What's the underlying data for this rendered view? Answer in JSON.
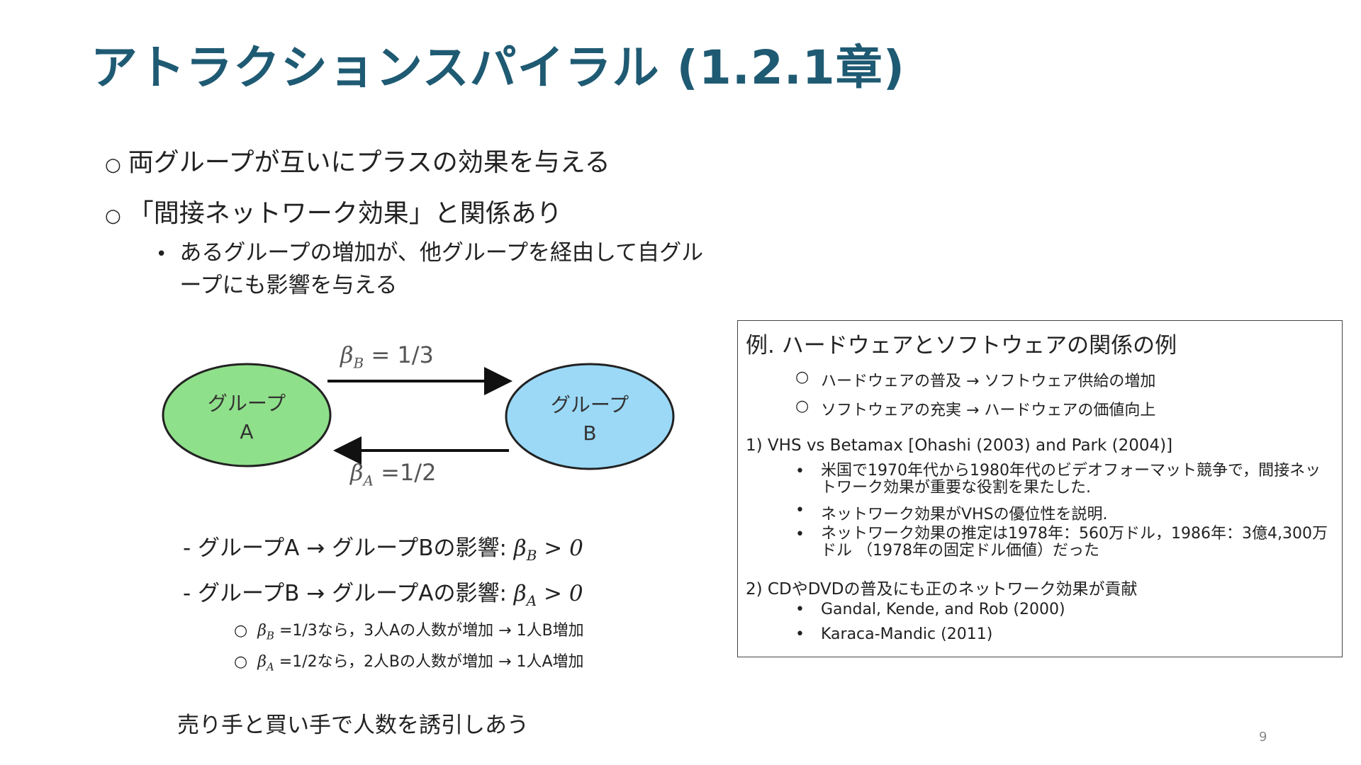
{
  "title": "アトラクションスパイラル (1.2.1章)",
  "bullets": [
    "両グループが互いにプラスの効果を与える",
    "「間接ネットワーク効果」と関係あり"
  ],
  "sub_bullet": "あるグループの増加が、他グループを経由して自グループにも影響を与える",
  "diagram": {
    "group_a_line1": "グループ",
    "group_a_line2": "A",
    "group_b_line1": "グループ",
    "group_b_line2": "B",
    "beta_b_symbol": "β",
    "beta_b_sub": "B",
    "beta_b_value": " = 1/3",
    "beta_a_symbol": "β",
    "beta_a_sub": "A",
    "beta_a_value": " =1/2",
    "group_a_color": "#8fe08a",
    "group_b_color": "#9bd9f7"
  },
  "effects": [
    {
      "text": "- グループA → グループBの影響: ",
      "sym": "β",
      "sub": "B",
      "cond": " > 0"
    },
    {
      "text": "- グループB → グループAの影響: ",
      "sym": "β",
      "sub": "A",
      "cond": " > 0"
    }
  ],
  "examples": [
    {
      "sym": "β",
      "sub": "B",
      "text": " =1/3なら，3人Aの人数が増加 → 1人B増加"
    },
    {
      "sym": "β",
      "sub": "A",
      "text": " =1/2なら，2人Bの人数が増加 → 1人A増加"
    }
  ],
  "conclusion": "売り手と買い手で人数を誘引しあう",
  "box": {
    "title": "例. ハードウェアとソフトウェアの関係の例",
    "items": [
      "ハードウェアの普及 → ソフトウェア供給の増加",
      "ソフトウェアの充実 → ハードウェアの価値向上"
    ],
    "case1_title": "1)  VHS vs Betamax [Ohashi (2003) and Park (2004)]",
    "case1_points": [
      "米国で1970年代から1980年代のビデオフォーマット競争で，間接ネットワーク効果が重要な役割を果たした.",
      "ネットワーク効果がVHSの優位性を説明.",
      "ネットワーク効果の推定は1978年：560万ドル，1986年：3億4,300万ドル （1978年の固定ドル価値）だった"
    ],
    "case2_title": "2)  CDやDVDの普及にも正のネットワーク効果が貢献",
    "case2_points": [
      "Gandal, Kende, and Rob (2000)",
      "Karaca-Mandic (2011)"
    ]
  },
  "page_number": "9",
  "colors": {
    "title": "#1f5a73"
  }
}
